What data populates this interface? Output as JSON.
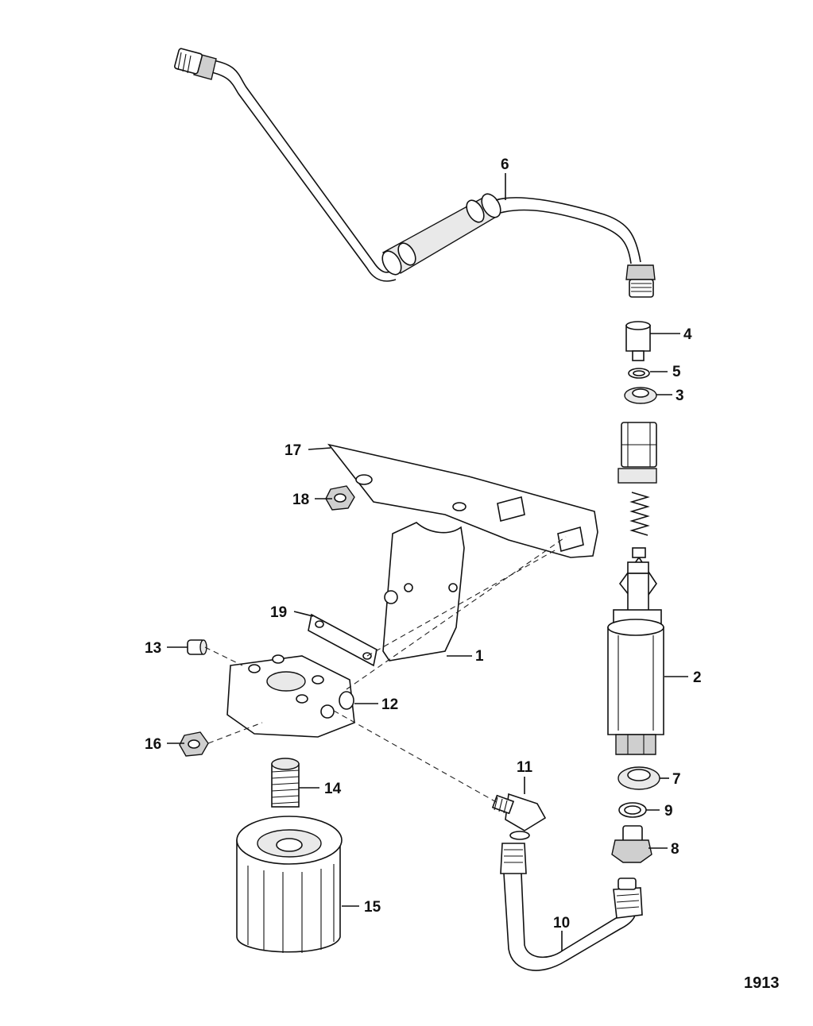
{
  "figure": {
    "id_label": "1913"
  },
  "callouts": [
    {
      "number": "1"
    },
    {
      "number": "2"
    },
    {
      "number": "3"
    },
    {
      "number": "4"
    },
    {
      "number": "5"
    },
    {
      "number": "6"
    },
    {
      "number": "7"
    },
    {
      "number": "8"
    },
    {
      "number": "9"
    },
    {
      "number": "10"
    },
    {
      "number": "11"
    },
    {
      "number": "12"
    },
    {
      "number": "13"
    },
    {
      "number": "14"
    },
    {
      "number": "15"
    },
    {
      "number": "16"
    },
    {
      "number": "17"
    },
    {
      "number": "18"
    },
    {
      "number": "19"
    }
  ]
}
